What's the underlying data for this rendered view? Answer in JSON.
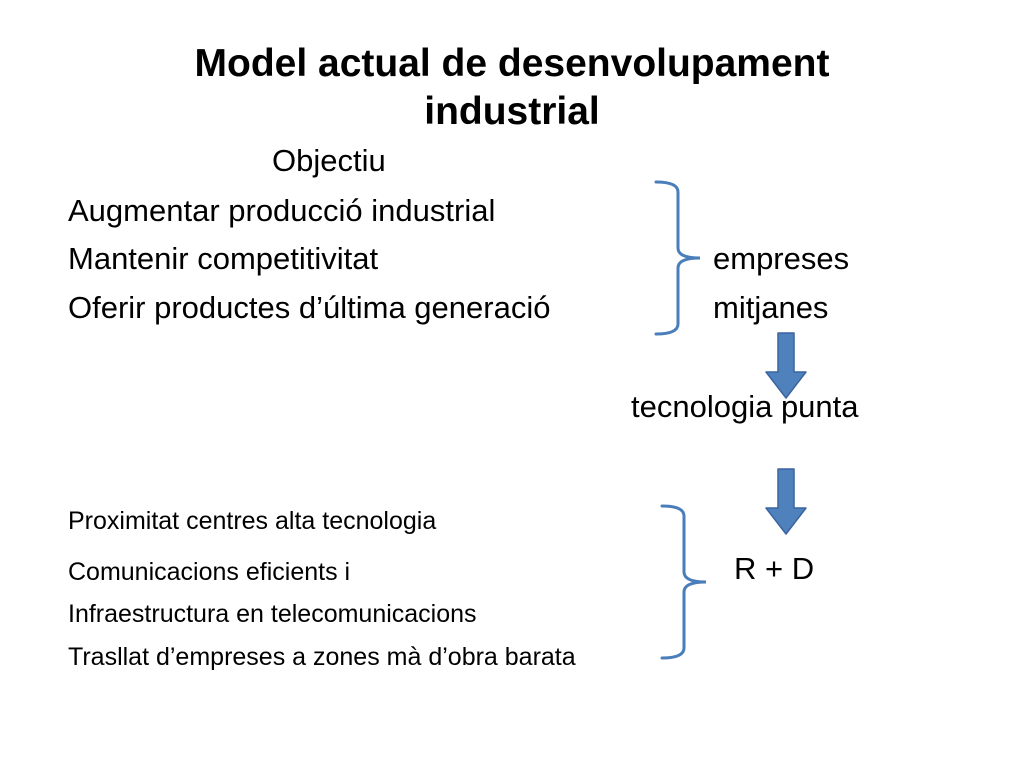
{
  "slide": {
    "title_line1": "Model actual de desenvolupament",
    "title_line2": "industrial",
    "objective_heading": "Objectiu",
    "objectives": [
      "Augmentar producció industrial",
      "Mantenir competitivitat",
      "Oferir productes d’última generació"
    ],
    "company_label_line1": "empreses",
    "company_label_line2": "mitjanes",
    "result_1": "tecnologia punta",
    "requirements": [
      "Proximitat centres alta tecnologia",
      "Comunicacions eficients i",
      "Infraestructura en telecomunicacions",
      "Trasllat d’empreses a zones mà d’obra barata"
    ],
    "result_2": "R + D"
  },
  "colors": {
    "bracket": "#4a7ebb",
    "arrow_fill": "#4f81bd",
    "arrow_stroke": "#3a64a0"
  },
  "icons": {
    "bracket": "right-curly-bracket-icon",
    "arrow": "down-arrow-icon"
  }
}
